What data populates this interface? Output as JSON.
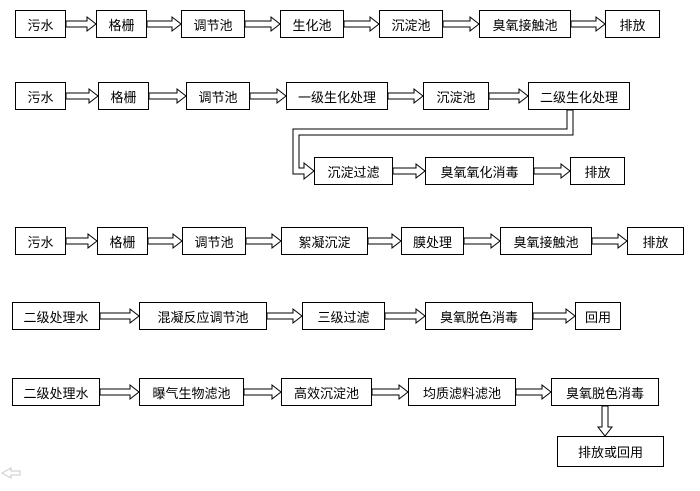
{
  "rows": [
    {
      "id": "row1",
      "nodes": [
        "污水",
        "格栅",
        "调节池",
        "生化池",
        "沉淀池",
        "臭氧接触池",
        "排放"
      ]
    },
    {
      "id": "row2a",
      "nodes": [
        "污水",
        "格栅",
        "调节池",
        "一级生化处理",
        "沉淀池",
        "二级生化处理"
      ]
    },
    {
      "id": "row2b",
      "nodes": [
        "沉淀过滤",
        "臭氧氧化消毒",
        "排放"
      ]
    },
    {
      "id": "row3",
      "nodes": [
        "污水",
        "格栅",
        "调节池",
        "絮凝沉淀",
        "膜处理",
        "臭氧接触池",
        "排放"
      ]
    },
    {
      "id": "row4",
      "nodes": [
        "二级处理水",
        "混凝反应调节池",
        "三级过滤",
        "臭氧脱色消毒",
        "回用"
      ]
    },
    {
      "id": "row5",
      "nodes": [
        "二级处理水",
        "曝气生物滤池",
        "高效沉淀池",
        "均质滤料滤池",
        "臭氧脱色消毒"
      ]
    },
    {
      "id": "row5b",
      "nodes": [
        "排放或回用"
      ]
    }
  ]
}
